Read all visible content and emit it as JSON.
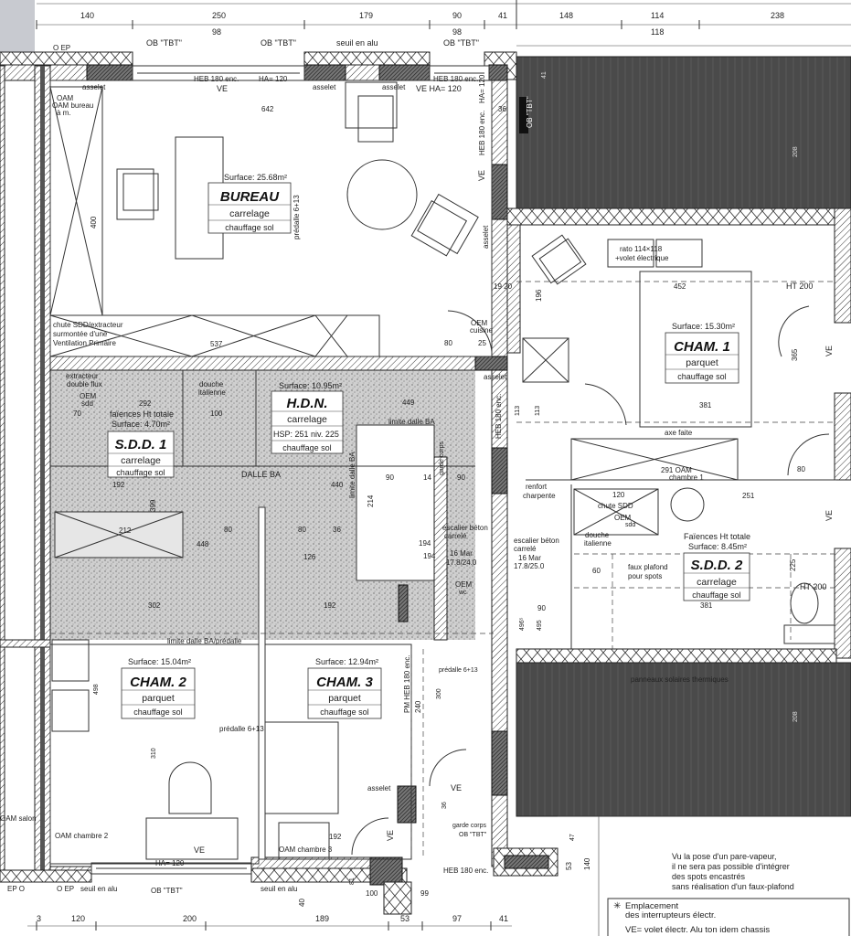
{
  "dimensions": {
    "top": [
      "140",
      "250",
      "179",
      "90",
      "41",
      "148",
      "114",
      "238"
    ],
    "top_sub": [
      "98",
      "98",
      "118"
    ],
    "bottom": [
      "3",
      "120",
      "200",
      "189",
      "53",
      "97",
      "41"
    ]
  },
  "rooms": {
    "bureau": {
      "name": "BUREAU",
      "surface": "Surface: 25.68m²",
      "floor": "carrelage",
      "heating": "chauffage sol"
    },
    "cham1": {
      "name": "CHAM. 1",
      "surface": "Surface: 15.30m²",
      "floor": "parquet",
      "heating": "chauffage sol"
    },
    "sdd2": {
      "name": "S.D.D. 2",
      "extra": "Faïences Ht totale",
      "surface": "Surface: 8.45m²",
      "floor": "carrelage",
      "heating": "chauffage sol"
    },
    "sdd1": {
      "name": "S.D.D. 1",
      "extra": "faïences Ht totale",
      "surface": "Surface: 4.70m²",
      "floor": "carrelage",
      "heating": "chauffage sol"
    },
    "hdn": {
      "name": "H.D.N.",
      "surface": "Surface: 10.95m²",
      "floor": "carrelage",
      "hsp": "HSP: 251",
      "niv": "niv. 225",
      "heating": "chauffage sol"
    },
    "cham2": {
      "name": "CHAM. 2",
      "surface": "Surface: 15.04m²",
      "floor": "parquet",
      "heating": "chauffage sol"
    },
    "cham3": {
      "name": "CHAM. 3",
      "surface": "Surface: 12.94m²",
      "floor": "parquet",
      "heating": "chauffage sol"
    }
  },
  "labels": {
    "ep_top": "O EP",
    "ob1": "OB \"TBT\"",
    "ob2": "OB \"TBT\"",
    "seuil_top": "seuil en alu",
    "ob3": "OB \"TBT\"",
    "heb1": "HEB 180 enc.",
    "ha1": "HA= 120",
    "heb2": "HEB 180 enc.",
    "asselet1": "asselet",
    "asselet2": "asselet",
    "asselet3": "asselet",
    "asselet4": "asselet",
    "asselet5": "asselet",
    "asselet6": "asselet",
    "ve1": "VE",
    "ve2": "VE  HA= 120",
    "oam_bureau1": "OAM",
    "oam_bureau2": "OAM bureau",
    "oam_bureau3": "à m.",
    "d642": "642",
    "d400": "400",
    "heb_v": "HEB 180 enc.",
    "ha_v": "HA= 120",
    "ve_v": "VE",
    "d36a": "36",
    "ob_tbt_v": "OB \"TBT\"",
    "chute1": "chute SDD/extracteur",
    "chute2": "surmontée d'une",
    "chute3": "Ventilation Primaire",
    "d537": "537",
    "oem_cuisine1": "OEM",
    "oem_cuisine2": "cuisine",
    "d80a": "80",
    "d25": "25",
    "d19_20": "19  20",
    "predalle_bureau": "prédalle 6+13",
    "rato1": "rato 114×118",
    "rato2": "+volet électrique",
    "d452": "452",
    "ht200a": "HT 200",
    "d196": "196",
    "d365": "365",
    "ve_c1": "VE",
    "d381a": "381",
    "axe": "axe faite",
    "oam_ch1": "291 OAM",
    "oam_ch1b": "chambre 1",
    "d80b": "80",
    "d251": "251",
    "renfort1": "renfort",
    "renfort2": "charpente",
    "esc_r1": "escalier béton",
    "esc_r2": "carrelé",
    "esc_r3": "16 Mar",
    "esc_r4": "17.8/25.0",
    "chute_sdd": "chute SDD",
    "oem_sdd2": "OEM",
    "sdd_small": "sdd",
    "douche2a": "douche",
    "douche2b": "italienne",
    "faux1": "faux plafond",
    "faux2": "pour spots",
    "d60": "60",
    "d120": "120",
    "d225": "225",
    "ht200b": "HT 200",
    "d381b": "381",
    "ve_s2": "VE",
    "panneaux": "panneaux solaires thermiques",
    "d208a": "208",
    "d208b": "208",
    "d41": "41",
    "extr1": "extracteur",
    "extr2": "double flux",
    "oem_sdd1": "OEM",
    "oem_sdd1b": "sdd",
    "d292": "292",
    "d70": "70",
    "d192a": "192",
    "douche1a": "douche",
    "douche1b": "italienne",
    "d100a": "100",
    "dalle": "DALLE BA",
    "d449": "449",
    "limite1": "limite dalle BA",
    "limite2": "limite dalle BA",
    "d212": "212",
    "d448": "448",
    "d80c": "80",
    "d80d": "80",
    "d36b": "36",
    "d126": "126",
    "d302": "302",
    "d192b": "192",
    "d399": "399",
    "d440": "440",
    "st90a": "90",
    "st14": "14",
    "st90b": "90",
    "st214": "214",
    "st194a": "194",
    "st194b": "194",
    "gc": "garde corps",
    "esc1": "escalier béton",
    "esc2": "carrelé",
    "esc3": "16 Mar",
    "esc4": "17.8/24.0",
    "oem_wc": "OEM",
    "wc": "wc",
    "d4965": "496⁵",
    "d495": "495",
    "d90": "90",
    "d113a": "113",
    "d113b": "113",
    "heb_c": "HEB 180 enc.",
    "limite_pred": "limite dalle BA/prédalle",
    "d498": "498",
    "d310": "310",
    "predalle2": "prédalle 6+13",
    "predalle3": "prédalle 6+13",
    "d300": "300",
    "pm_heb": "PM HEB 180 enc.",
    "d240": "240",
    "oam_salon": "OAM salon",
    "oam_ch2": "OAM chambre 2",
    "ve_c2": "VE",
    "ha_c2": "HA= 120",
    "oam_ch3": "OAM chambre 3",
    "d192c": "192",
    "ve_c3": "VE",
    "ve_c3b": "VE",
    "gc2": "garde corps",
    "ob_tbt_b": "OB \"TBT\"",
    "heb_b": "HEB 180 enc.",
    "ep_b1": "EP O",
    "ep_b2": "O EP",
    "seuil_b1": "seuil en alu",
    "ob_b": "OB \"TBT\"",
    "seuil_b2": "seuil en alu",
    "d40": "40",
    "d81": "81",
    "d100b": "100",
    "d99": "99",
    "d47": "47",
    "d53": "53",
    "d140": "140",
    "d36c": "36"
  },
  "notes": {
    "vapour": [
      "Vu la pose d'un pare-vapeur,",
      "il ne sera pas possible d'intégrer",
      "des spots encastrés",
      "sans réalisation d'un faux-plafond"
    ],
    "legend_switch_1": "Emplacement",
    "legend_switch_2": "des interrupteurs électr.",
    "legend_ve": "VE= volet électr. Alu ton idem chassis",
    "switch_symbol": "✳"
  }
}
